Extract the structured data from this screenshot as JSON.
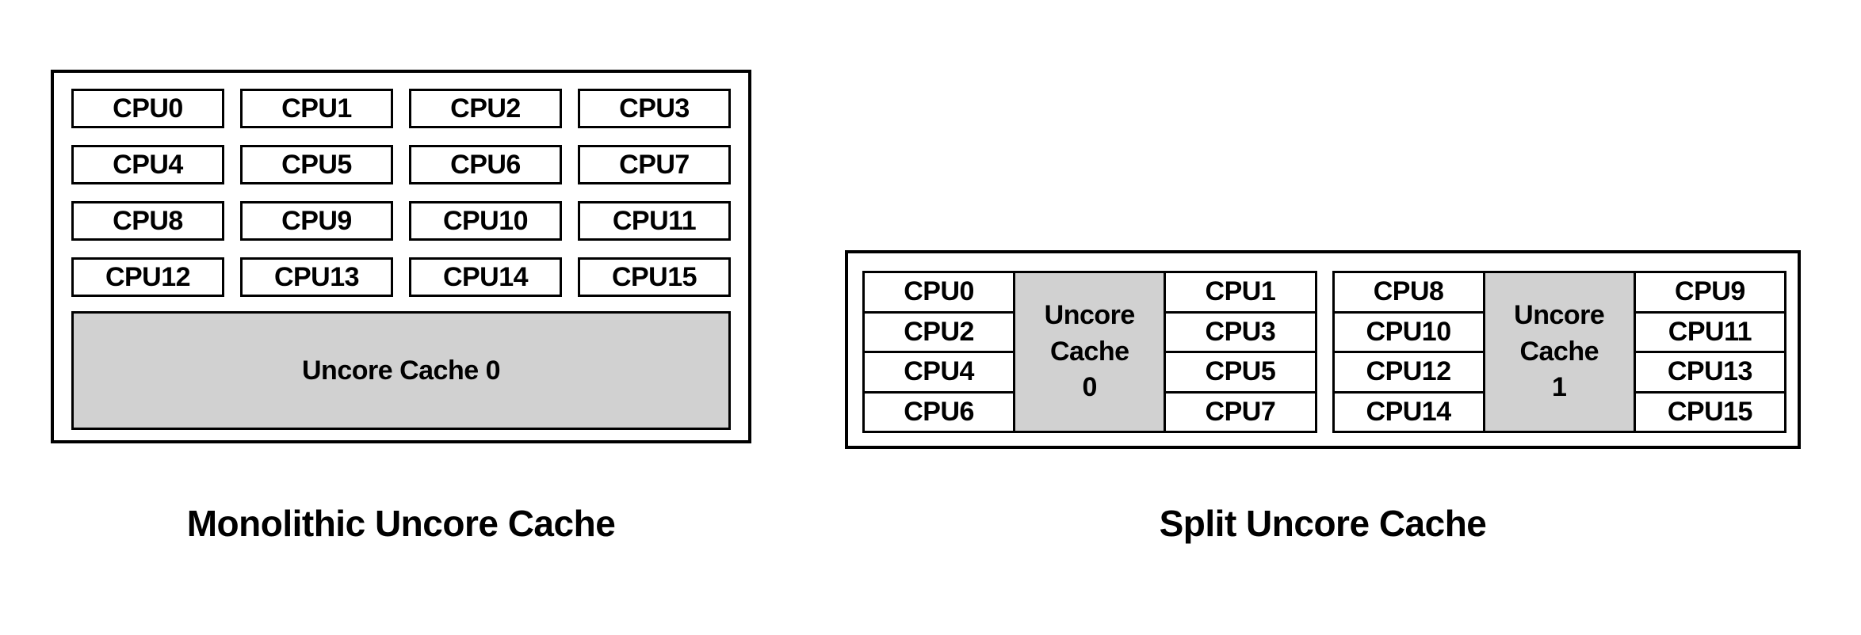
{
  "monolithic": {
    "caption": "Monolithic Uncore Cache",
    "cpus": [
      "CPU0",
      "CPU1",
      "CPU2",
      "CPU3",
      "CPU4",
      "CPU5",
      "CPU6",
      "CPU7",
      "CPU8",
      "CPU9",
      "CPU10",
      "CPU11",
      "CPU12",
      "CPU13",
      "CPU14",
      "CPU15"
    ],
    "cache_label": "Uncore Cache 0"
  },
  "split": {
    "caption": "Split Uncore Cache",
    "groups": [
      {
        "left_cpus": [
          "CPU0",
          "CPU2",
          "CPU4",
          "CPU6"
        ],
        "cache_lines": [
          "Uncore",
          "Cache",
          "0"
        ],
        "right_cpus": [
          "CPU1",
          "CPU3",
          "CPU5",
          "CPU7"
        ]
      },
      {
        "left_cpus": [
          "CPU8",
          "CPU10",
          "CPU12",
          "CPU14"
        ],
        "cache_lines": [
          "Uncore",
          "Cache",
          "1"
        ],
        "right_cpus": [
          "CPU9",
          "CPU11",
          "CPU13",
          "CPU15"
        ]
      }
    ]
  },
  "colors": {
    "cache_fill": "#d1d1d1",
    "border": "#000000",
    "background": "#ffffff",
    "text": "#000000"
  }
}
